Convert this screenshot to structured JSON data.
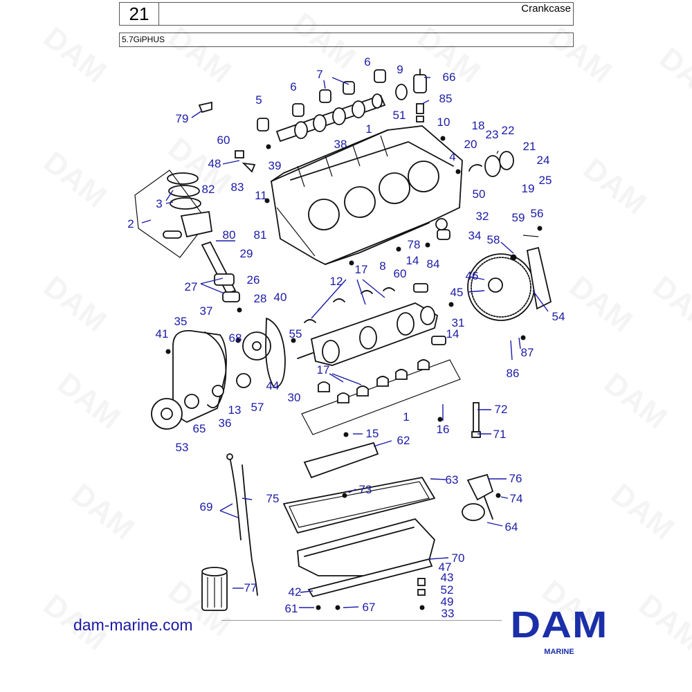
{
  "header": {
    "page_number": "21",
    "title": "Crankcase",
    "model": "5.7GiPHUS"
  },
  "footer": {
    "website": "dam-marine.com",
    "logo_text": "DAM",
    "logo_subtext": "MARINE"
  },
  "watermark": "DAM",
  "colors": {
    "callout": "#1a1aa6",
    "logo": "#1a2fa8",
    "line_art": "#111111"
  },
  "callouts": [
    "79",
    "60",
    "48",
    "5",
    "6",
    "7",
    "6",
    "9",
    "66",
    "85",
    "51",
    "10",
    "1",
    "38",
    "39",
    "18",
    "23",
    "22",
    "20",
    "21",
    "4",
    "24",
    "25",
    "19",
    "50",
    "11",
    "82",
    "83",
    "3",
    "2",
    "80",
    "81",
    "32",
    "59",
    "56",
    "78",
    "34",
    "58",
    "84",
    "60",
    "14",
    "8",
    "12",
    "46",
    "45",
    "29",
    "27",
    "26",
    "17",
    "28",
    "37",
    "40",
    "35",
    "41",
    "68",
    "55",
    "31",
    "14",
    "54",
    "87",
    "86",
    "44",
    "57",
    "30",
    "13",
    "36",
    "65",
    "17",
    "1",
    "72",
    "71",
    "16",
    "53",
    "15",
    "62",
    "63",
    "76",
    "74",
    "69",
    "75",
    "73",
    "64",
    "70",
    "47",
    "43",
    "52",
    "49",
    "33",
    "42",
    "61",
    "67",
    "77"
  ]
}
